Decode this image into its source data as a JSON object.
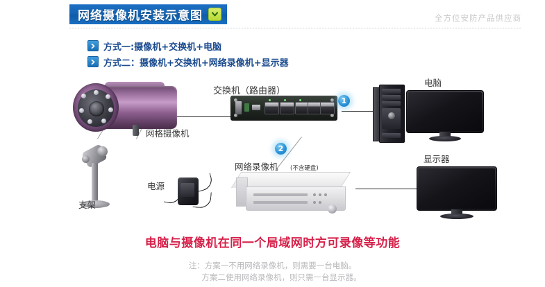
{
  "header": {
    "title": "网络摄像机安装示意图",
    "chevron_icon": "chevron-down-icon",
    "supplier": "全方位安防产品供应商"
  },
  "bullets": [
    {
      "icon": "arrow-right-icon",
      "text": "方式一:摄像机+交换机+电脑"
    },
    {
      "icon": "arrow-right-icon",
      "text": "方式二：摄像机+交换机+网络录像机+显示器"
    }
  ],
  "diagram": {
    "labels": {
      "switch": "交换机（路由器）",
      "camera": "网格摄像机",
      "bracket": "支架",
      "power": "电源",
      "nvr": "网络录像机",
      "nvr_sub": "(不含硬盘)",
      "computer": "电脑",
      "monitor": "显示器"
    },
    "badges": [
      {
        "id": "badge-1",
        "value": "1"
      },
      {
        "id": "badge-2",
        "value": "2"
      }
    ]
  },
  "footer": {
    "headline": "电脑与摄像机在同一个局域网时方可录像等功能",
    "notes": [
      "注：方案一不用网络录像机，则需要一台电脑。",
      "方案二使用网络录像机，则只需一台显示器。"
    ]
  },
  "colors": {
    "banner_blue": "#1565b5",
    "bullet_blue": "#1b4b8f",
    "badge_blue": "#2a93d8",
    "headline_red": "#d6214a",
    "note_gray": "#b9b9bd",
    "chevron_green": "#b6da35"
  }
}
